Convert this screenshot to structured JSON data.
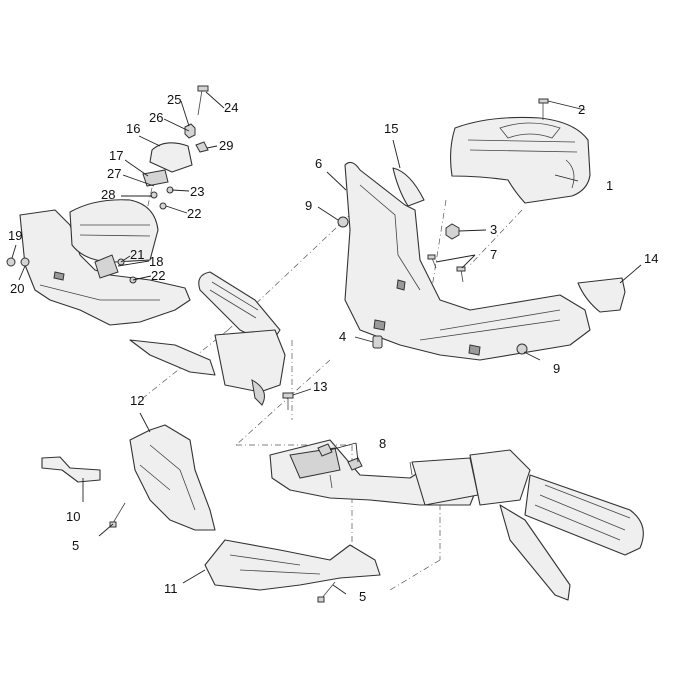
{
  "diagram": {
    "callouts": [
      {
        "id": "c1",
        "text": "1"
      },
      {
        "id": "c2",
        "text": "2"
      },
      {
        "id": "c3",
        "text": "3"
      },
      {
        "id": "c4",
        "text": "4"
      },
      {
        "id": "c5a",
        "text": "5"
      },
      {
        "id": "c5b",
        "text": "5"
      },
      {
        "id": "c6",
        "text": "6"
      },
      {
        "id": "c7",
        "text": "7"
      },
      {
        "id": "c8",
        "text": "8"
      },
      {
        "id": "c9a",
        "text": "9"
      },
      {
        "id": "c9b",
        "text": "9"
      },
      {
        "id": "c10",
        "text": "10"
      },
      {
        "id": "c11",
        "text": "11"
      },
      {
        "id": "c12",
        "text": "12"
      },
      {
        "id": "c13",
        "text": "13"
      },
      {
        "id": "c14",
        "text": "14"
      },
      {
        "id": "c15",
        "text": "15"
      },
      {
        "id": "c16",
        "text": "16"
      },
      {
        "id": "c17",
        "text": "17"
      },
      {
        "id": "c18",
        "text": "18"
      },
      {
        "id": "c19",
        "text": "19"
      },
      {
        "id": "c20",
        "text": "20"
      },
      {
        "id": "c21",
        "text": "21"
      },
      {
        "id": "c22a",
        "text": "22"
      },
      {
        "id": "c22b",
        "text": "22"
      },
      {
        "id": "c23",
        "text": "23"
      },
      {
        "id": "c24",
        "text": "24"
      },
      {
        "id": "c25",
        "text": "25"
      },
      {
        "id": "c26",
        "text": "26"
      },
      {
        "id": "c27",
        "text": "27"
      },
      {
        "id": "c28",
        "text": "28"
      },
      {
        "id": "c29",
        "text": "29"
      }
    ],
    "colors": {
      "line": "#333333",
      "fill": "#efefef",
      "shade": "#9a9a9a",
      "background": "#ffffff"
    }
  }
}
